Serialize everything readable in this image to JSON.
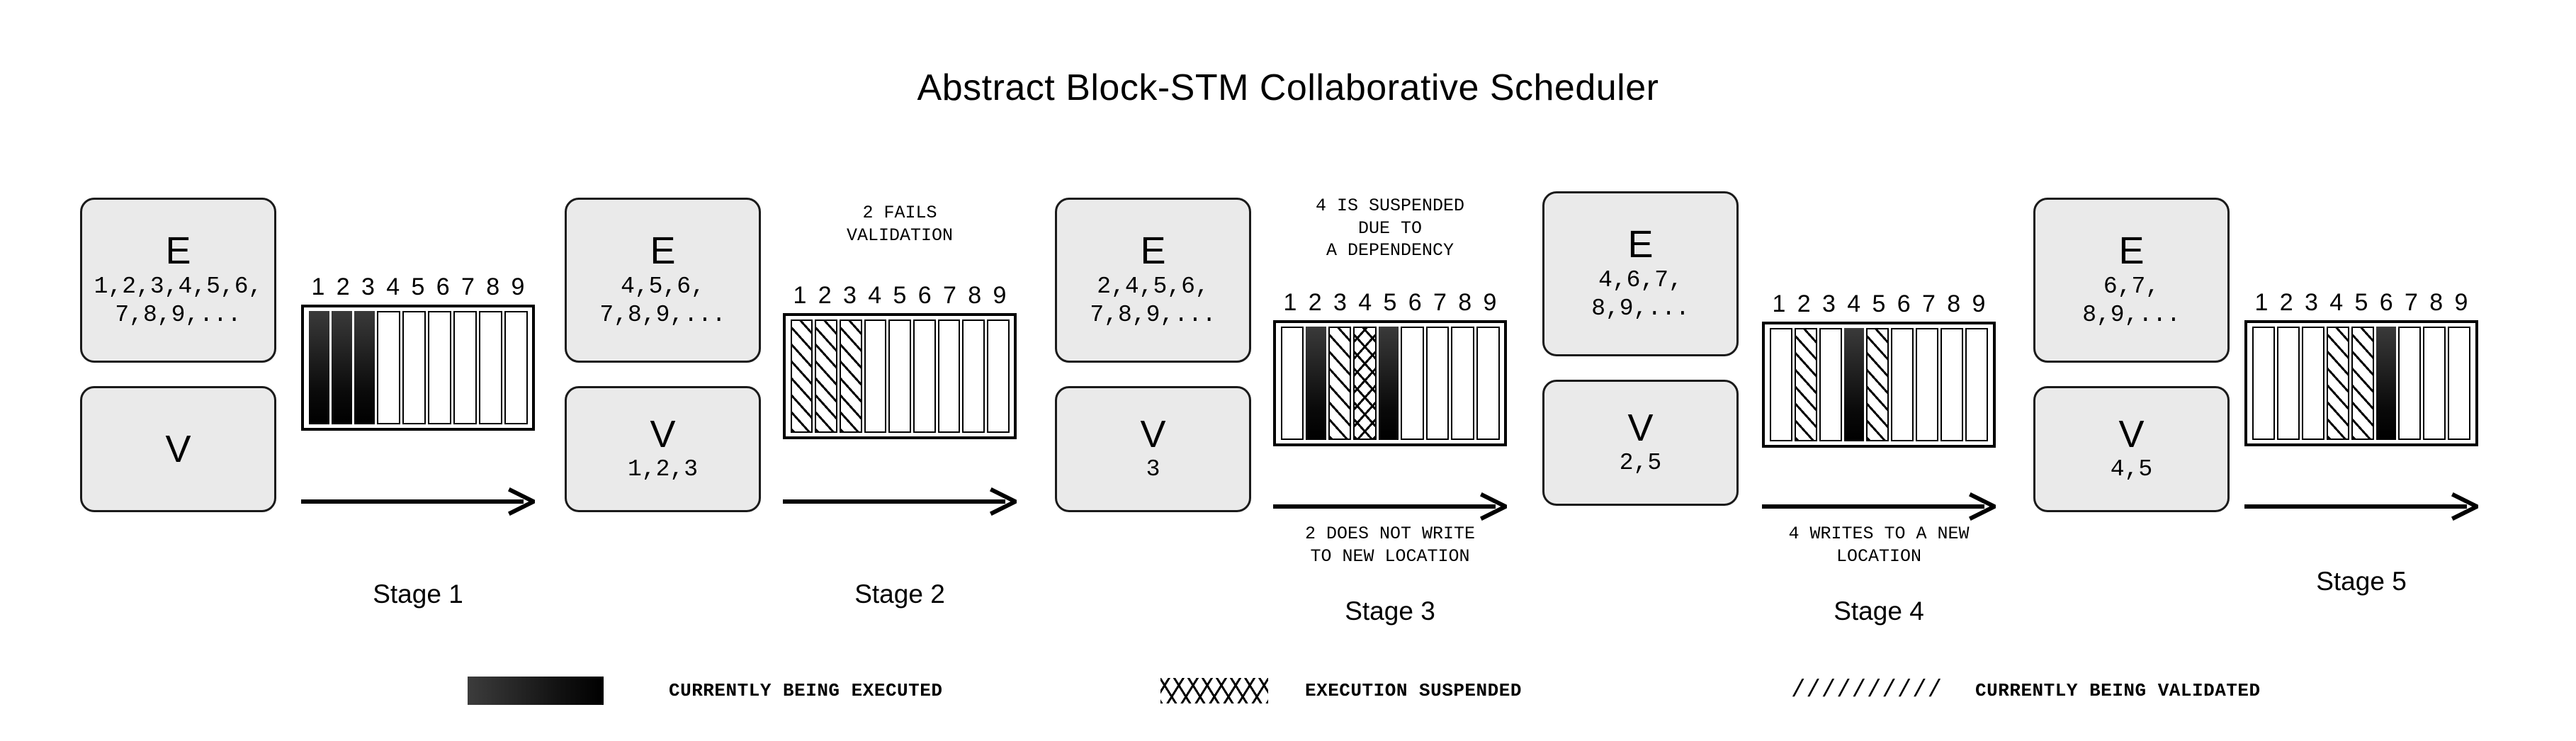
{
  "title": "Abstract Block-STM Collaborative Scheduler",
  "strip_numbers": [
    "1",
    "2",
    "3",
    "4",
    "5",
    "6",
    "7",
    "8",
    "9"
  ],
  "cell_states": {
    "idle": "idle",
    "executing": "currently-being-executed",
    "validating": "currently-being-validated",
    "suspended": "execution-suspended"
  },
  "stages": [
    {
      "id": "stage-1",
      "label": "Stage 1",
      "exec_queue": {
        "letter": "E",
        "items": "1,2,3,4,5,6,\n7,8,9,..."
      },
      "valid_queue": {
        "letter": "V",
        "items": ""
      },
      "cells": [
        "executing",
        "executing",
        "executing",
        "idle",
        "idle",
        "idle",
        "idle",
        "idle",
        "idle"
      ],
      "annotation_top": "",
      "annotation_bottom": ""
    },
    {
      "id": "stage-2",
      "label": "Stage 2",
      "exec_queue": {
        "letter": "E",
        "items": "4,5,6,\n7,8,9,..."
      },
      "valid_queue": {
        "letter": "V",
        "items": "1,2,3"
      },
      "cells": [
        "validating",
        "validating",
        "validating",
        "idle",
        "idle",
        "idle",
        "idle",
        "idle",
        "idle"
      ],
      "annotation_top": "2 FAILS\nVALIDATION",
      "annotation_bottom": ""
    },
    {
      "id": "stage-3",
      "label": "Stage 3",
      "exec_queue": {
        "letter": "E",
        "items": "2,4,5,6,\n7,8,9,..."
      },
      "valid_queue": {
        "letter": "V",
        "items": "3"
      },
      "cells": [
        "idle",
        "executing",
        "validating",
        "suspended",
        "executing",
        "idle",
        "idle",
        "idle",
        "idle"
      ],
      "annotation_top": "4 IS SUSPENDED\nDUE TO\nA DEPENDENCY",
      "annotation_bottom": "2 DOES NOT WRITE\nTO NEW LOCATION"
    },
    {
      "id": "stage-4",
      "label": "Stage 4",
      "exec_queue": {
        "letter": "E",
        "items": "4,6,7,\n8,9,..."
      },
      "valid_queue": {
        "letter": "V",
        "items": "2,5"
      },
      "cells": [
        "idle",
        "validating",
        "idle",
        "executing",
        "validating",
        "idle",
        "idle",
        "idle",
        "idle"
      ],
      "annotation_top": "",
      "annotation_bottom": "4 WRITES TO A NEW\nLOCATION"
    },
    {
      "id": "stage-5",
      "label": "Stage 5",
      "exec_queue": {
        "letter": "E",
        "items": "6,7,\n8,9,..."
      },
      "valid_queue": {
        "letter": "V",
        "items": "4,5"
      },
      "cells": [
        "idle",
        "idle",
        "idle",
        "validating",
        "validating",
        "executing",
        "idle",
        "idle",
        "idle"
      ],
      "annotation_top": "",
      "annotation_bottom": ""
    }
  ],
  "legend": [
    {
      "id": "legend-executed",
      "swatch": "solid-black-gradient",
      "text": "CURRENTLY BEING EXECUTED"
    },
    {
      "id": "legend-suspended",
      "swatch": "cross-hatch",
      "glyph": "XXXXXXXXXX",
      "text": "EXECUTION SUSPENDED"
    },
    {
      "id": "legend-validated",
      "swatch": "diagonal-slashes",
      "glyph": "//////////",
      "text": "CURRENTLY BEING VALIDATED"
    }
  ]
}
